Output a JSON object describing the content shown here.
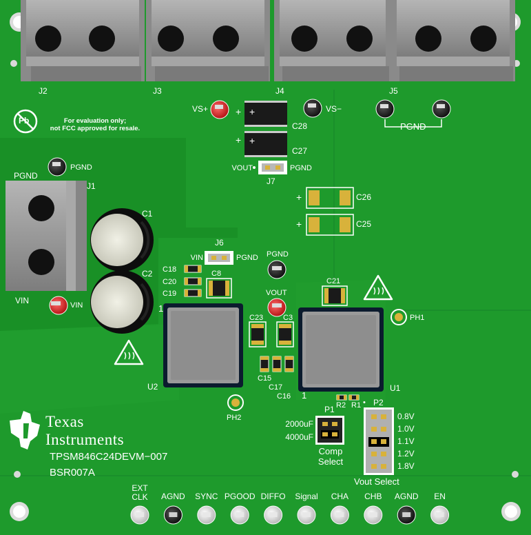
{
  "colors": {
    "board": "#1e9a2c",
    "board_dark": "#17802a",
    "silk": "#ffffff",
    "terminal_block": "#9b9b9b",
    "pad_gold": "#d8b23b",
    "red_post": "#d92a2a",
    "ic_body": "#9a9a9a",
    "ic_frame": "#0b1b2e"
  },
  "connectors": {
    "j2": "J2",
    "j3": "J3",
    "j4": "J4",
    "j5": "J5",
    "j1": "J1",
    "j6": "J6",
    "j7": "J7"
  },
  "testpoints": {
    "vs_plus": "VS+",
    "vs_minus": "VS−",
    "pgnd_top": "PGND",
    "pgnd_j1": "PGND",
    "pgnd_j1_left": "PGND",
    "vin": "VIN",
    "vin_left": "VIN",
    "pgnd_mid": "PGND",
    "vout_mid": "VOUT",
    "ph1": "PH1",
    "ph2": "PH2"
  },
  "headers": {
    "j7_left": "VOUT",
    "j7_right": "PGND",
    "j6_left": "VIN",
    "j6_right": "PGND"
  },
  "components": {
    "c28": "C28",
    "c27": "C27",
    "c26": "C26",
    "c25": "C25",
    "c1": "C1",
    "c2": "C2",
    "c18": "C18",
    "c20": "C20",
    "c19": "C19",
    "c8": "C8",
    "c21": "C21",
    "c23": "C23",
    "c3": "C3",
    "c15": "C15",
    "c17": "C17",
    "c16": "C16",
    "r2": "R2",
    "r1": "R1",
    "u1": "U1",
    "u2": "U2",
    "pin1_u2": "1",
    "pin1_u1": "1",
    "plus": "+"
  },
  "notice": {
    "line1": "For evaluation only;",
    "line2": "not FCC approved for resale."
  },
  "logo": {
    "texas": "Texas",
    "instruments": "Instruments",
    "pb": "Pb"
  },
  "board_info": {
    "part": "TPSM846C24DEVM−007",
    "id": "BSR007A"
  },
  "comp_select": {
    "header": "P1",
    "opt1": "2000uF",
    "opt2": "4000uF",
    "title1": "Comp",
    "title2": "Select"
  },
  "vout_select": {
    "header": "P2",
    "options": [
      "0.8V",
      "1.0V",
      "1.1V",
      "1.2V",
      "1.8V"
    ],
    "selected_index": 2,
    "title": "Vout  Select"
  },
  "bottom_pins": [
    {
      "label": "EXT\nCLK",
      "dark": false
    },
    {
      "label": "AGND",
      "dark": true
    },
    {
      "label": "SYNC",
      "dark": false
    },
    {
      "label": "PGOOD",
      "dark": false
    },
    {
      "label": "DIFFO",
      "dark": false
    },
    {
      "label": "Signal",
      "dark": false
    },
    {
      "label": "CHA",
      "dark": false
    },
    {
      "label": "CHB",
      "dark": false
    },
    {
      "label": "AGND",
      "dark": true
    },
    {
      "label": "EN",
      "dark": false
    }
  ]
}
